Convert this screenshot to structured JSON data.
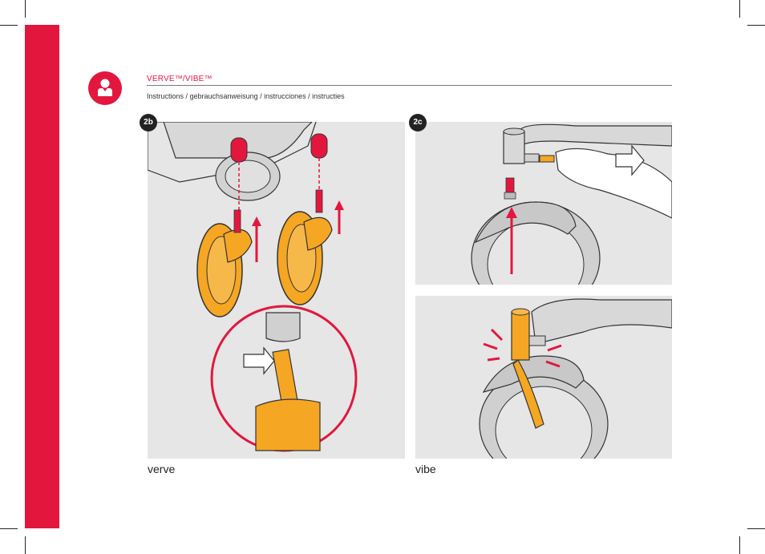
{
  "header": {
    "product_title": "VERVE™/VIBE™",
    "subtitle": "Instructions / gebrauchsanweisung / instrucciones / instructies"
  },
  "steps": {
    "left_label": "2b",
    "right_label": "2c"
  },
  "captions": {
    "left": "verve",
    "right": "vibe"
  },
  "colors": {
    "brand_red": "#e3173e",
    "wheel_orange": "#f5a623",
    "panel_gray": "#e6e6e6"
  },
  "icons": {
    "badge": "user-icon"
  }
}
